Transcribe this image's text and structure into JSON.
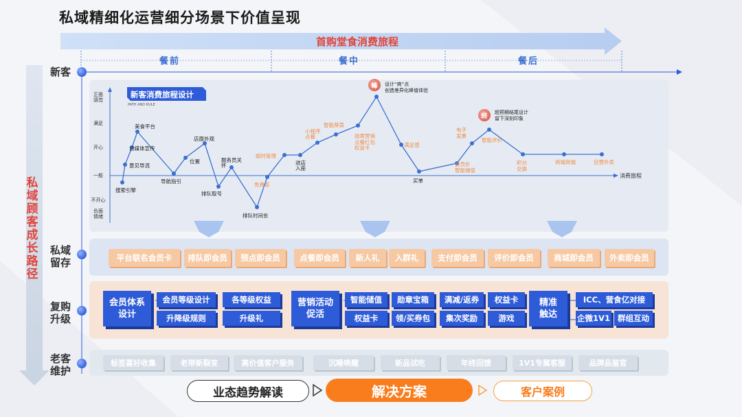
{
  "title": "私域精细化运营细分场景下价值呈现",
  "top_arrow": "首购堂食消费旅程",
  "phases": [
    "餐前",
    "餐中",
    "餐后"
  ],
  "side_labels": {
    "new_customer": "新客",
    "private_retain": "私域\n留存",
    "repurchase": "复购\n升级",
    "old_customer": "老客\n维护"
  },
  "vertical_title": "私域顾客成长路径",
  "journey": {
    "title": "新客消费旅程设计",
    "subtitle": "PATH AND RULE",
    "y_labels": [
      "正面\n感觉",
      "满足",
      "开心",
      "一般",
      "不开心",
      "负面\n情绪"
    ],
    "x_axis_label": "消费旅程",
    "peak_badge": "峰",
    "peak_note": "设计“爽”点\n创造差异化峰值体验",
    "end_badge": "终",
    "end_note": "超预期结尾设计\n留下深刻印象",
    "nodes": [
      {
        "label": "搜索引擎",
        "style": "black"
      },
      {
        "label": "意见导流",
        "style": "black"
      },
      {
        "label": "自媒体宣传",
        "style": "black"
      },
      {
        "label": "美食平台",
        "style": "black"
      },
      {
        "label": "导航指引",
        "style": "black"
      },
      {
        "label": "位置",
        "style": "black"
      },
      {
        "label": "店面外观",
        "style": "black"
      },
      {
        "label": "排队取号",
        "style": "black"
      },
      {
        "label": "服务员关\n怀",
        "style": "black"
      },
      {
        "label": "排队时间长",
        "style": "black"
      },
      {
        "label": "免费茶",
        "style": "orange"
      },
      {
        "label": "超时管理",
        "style": "orange"
      },
      {
        "label": "进店\n入座",
        "style": "black"
      },
      {
        "label": "小程序\n点餐",
        "style": "orange"
      },
      {
        "label": "智能荐菜",
        "style": "orange"
      },
      {
        "label": "勋章营销\n点餐红包\n权益卡",
        "style": "orange"
      },
      {
        "label": "满足感",
        "style": "orange"
      },
      {
        "label": "买单",
        "style": "black"
      },
      {
        "label": "会员价\n智能储值",
        "style": "orange"
      },
      {
        "label": "电子\n发票",
        "style": "orange"
      },
      {
        "label": "智能评价",
        "style": "orange"
      },
      {
        "label": "积分\n兑换",
        "style": "orange"
      },
      {
        "label": "商城商城",
        "style": "orange"
      },
      {
        "label": "自营外卖",
        "style": "orange"
      }
    ]
  },
  "retain_tags": [
    "平台联名会员卡",
    "排队即会员",
    "预点即会员",
    "点餐即会员",
    "新人礼",
    "入群礼",
    "支付即会员",
    "评价即会员",
    "商城即会员",
    "外卖即会员"
  ],
  "repurchase": {
    "group1_title": "会员体系\n设计",
    "group1_items": [
      "会员等级设计",
      "各等级权益",
      "升降级规则",
      "升级礼"
    ],
    "group2_title": "营销活动\n促活",
    "group2_items": [
      "智能储值",
      "勋章宝箱",
      "满减/返券",
      "权益卡",
      "权益卡",
      "领/买券包",
      "集次奖励",
      "游戏"
    ],
    "group3_title": "精准\n触达",
    "group3_items": [
      "ICC、营食亿对接",
      "企微1V1",
      "群组互动"
    ]
  },
  "old_tags": [
    "标签喜好收集",
    "老带新裂变",
    "高价值客户服务",
    "沉睡唤醒",
    "新品试吃",
    "年终回馈",
    "1V1专属客服",
    "品牌品鉴官"
  ],
  "bottom_nav": {
    "item1": "业态趋势解读",
    "item2": "解决方案",
    "item3": "客户案例"
  },
  "colors": {
    "accent_blue": "#2e5bd8",
    "accent_orange": "#f97d1c",
    "title_red": "#e0453a"
  }
}
